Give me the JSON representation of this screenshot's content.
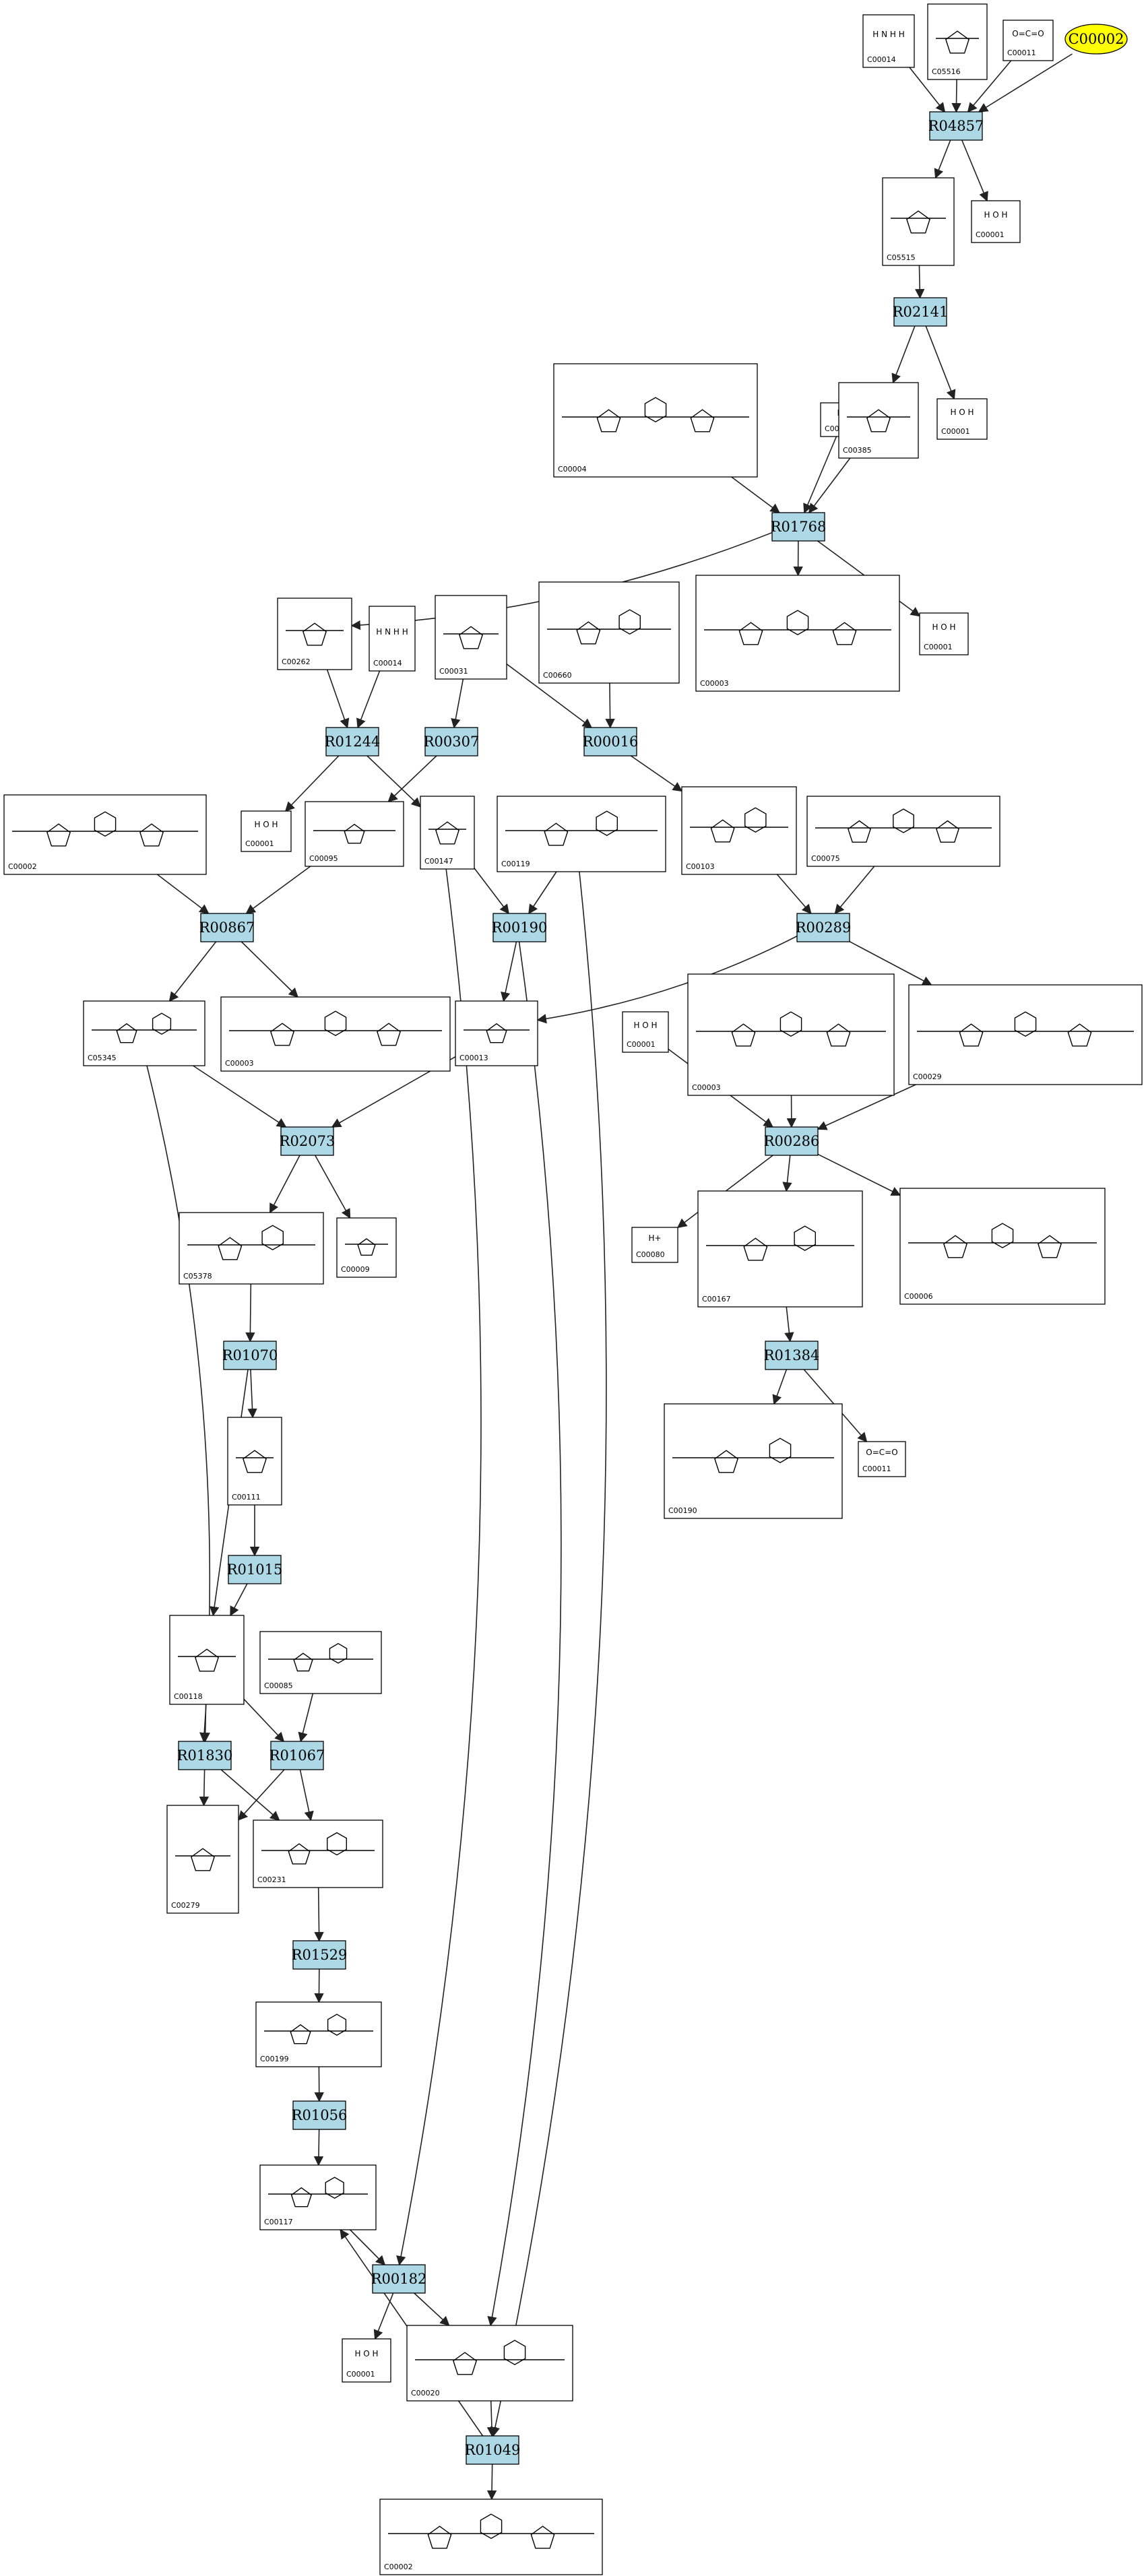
{
  "start_node": {
    "id": "C00002"
  },
  "reactions": [
    {
      "id": "R04857"
    },
    {
      "id": "R02141"
    },
    {
      "id": "R01768"
    },
    {
      "id": "R01244"
    },
    {
      "id": "R00307"
    },
    {
      "id": "R00016"
    },
    {
      "id": "R00867"
    },
    {
      "id": "R00190"
    },
    {
      "id": "R00289"
    },
    {
      "id": "R02073"
    },
    {
      "id": "R00286"
    },
    {
      "id": "R01070"
    },
    {
      "id": "R01384"
    },
    {
      "id": "R01015"
    },
    {
      "id": "R01830"
    },
    {
      "id": "R01067"
    },
    {
      "id": "R01529"
    },
    {
      "id": "R01056"
    },
    {
      "id": "R00182"
    },
    {
      "id": "R01049"
    }
  ],
  "compounds": [
    {
      "id": "C00014",
      "label": "H N H H"
    },
    {
      "id": "C05516",
      "label": ""
    },
    {
      "id": "C00011",
      "label": "O=C=O"
    },
    {
      "id": "C05515",
      "label": ""
    },
    {
      "id": "C00001",
      "label": "H O H"
    },
    {
      "id": "C00004",
      "label": ""
    },
    {
      "id": "C00080",
      "label": "H+"
    },
    {
      "id": "C00385",
      "label": ""
    },
    {
      "id": "C00262",
      "label": ""
    },
    {
      "id": "C00031",
      "label": ""
    },
    {
      "id": "C00660",
      "label": ""
    },
    {
      "id": "C00003",
      "label": ""
    },
    {
      "id": "C00002",
      "label": ""
    },
    {
      "id": "C00095",
      "label": ""
    },
    {
      "id": "C00147",
      "label": ""
    },
    {
      "id": "C00119",
      "label": ""
    },
    {
      "id": "C00103",
      "label": ""
    },
    {
      "id": "C00075",
      "label": ""
    },
    {
      "id": "C05345",
      "label": ""
    },
    {
      "id": "C00013",
      "label": ""
    },
    {
      "id": "C00029",
      "label": ""
    },
    {
      "id": "C05378",
      "label": ""
    },
    {
      "id": "C00009",
      "label": ""
    },
    {
      "id": "C00167",
      "label": ""
    },
    {
      "id": "C00111",
      "label": ""
    },
    {
      "id": "C00190",
      "label": ""
    },
    {
      "id": "C00118",
      "label": ""
    },
    {
      "id": "C00085",
      "label": ""
    },
    {
      "id": "C00279",
      "label": ""
    },
    {
      "id": "C00231",
      "label": ""
    },
    {
      "id": "C00199",
      "label": ""
    },
    {
      "id": "C00117",
      "label": ""
    },
    {
      "id": "C00020",
      "label": ""
    }
  ]
}
